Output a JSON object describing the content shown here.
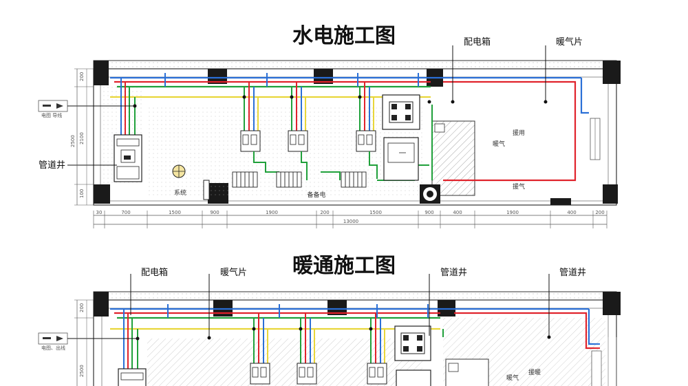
{
  "titles": {
    "water_electric": "水电施工图",
    "hvac": "暖通施工图"
  },
  "top": {
    "callouts": {
      "distribution_box": "配电箱",
      "radiator": "暖气片",
      "pipe_shaft": "管道井"
    },
    "legend_text": "电图  导线",
    "room_labels": {
      "system": "系统",
      "backup_power": "备备电",
      "spare_use": "援用",
      "heating_1": "暖气",
      "heating_2": "援气"
    },
    "dimensions": {
      "segments": [
        "30",
        "700",
        "1500",
        "900",
        "1900",
        "200",
        "1500",
        "900",
        "400",
        "1900",
        "400",
        "200"
      ],
      "total": "13000",
      "left_vertical": [
        "200",
        "2500",
        "2100",
        "100"
      ]
    }
  },
  "bottom": {
    "callouts": {
      "distribution_box": "配电箱",
      "radiator": "暖气片",
      "pipe_shaft_1": "管道井",
      "pipe_shaft_2": "管道井"
    },
    "legend_text": "电图、出线",
    "room_labels": {
      "heating": "暖气",
      "spare": "援暖"
    },
    "dimensions": {
      "left_vertical": [
        "200",
        "2500"
      ]
    }
  },
  "colors": {
    "wire_red": "#e0222b",
    "wire_blue": "#2a6fd6",
    "wire_green": "#1fa03a",
    "wire_yellow": "#e8d63a",
    "wall": "#1a1a1a",
    "hatch": "#9a9a9a"
  }
}
